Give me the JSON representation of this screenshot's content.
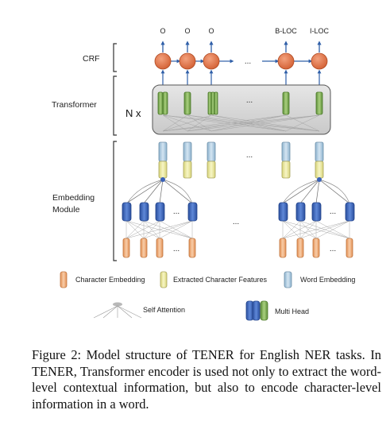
{
  "figure": {
    "output_labels": [
      "O",
      "O",
      "O",
      "B-LOC",
      "I-LOC"
    ],
    "ellipsis": "...",
    "crf_label": "CRF",
    "transformer_label": "Transformer",
    "repeat_label": "N x",
    "embedding_label_line1": "Embedding",
    "embedding_label_line2": "Module",
    "legend": {
      "char_embedding": "Character Embedding",
      "extracted_features": "Extracted Character Features",
      "word_embedding": "Word Embedding",
      "self_attention": "Self Attention",
      "multi_head": "Multi Head"
    },
    "colors": {
      "crf_node": "#e2764a",
      "transformer_box": "#d6d6d6",
      "green": "#7aae4e",
      "word_blue": "#a9c7dd",
      "yellow": "#eceaa2",
      "char_orange": "#f0ad7a",
      "dark_blue": "#3a62b8",
      "axis_blue": "#2f5fa8"
    }
  },
  "caption": "Figure 2: Model structure of TENER for English NER tasks. In TENER, Transformer encoder is used not only to extract the word-level contextual information, but also to encode character-level information in a word."
}
